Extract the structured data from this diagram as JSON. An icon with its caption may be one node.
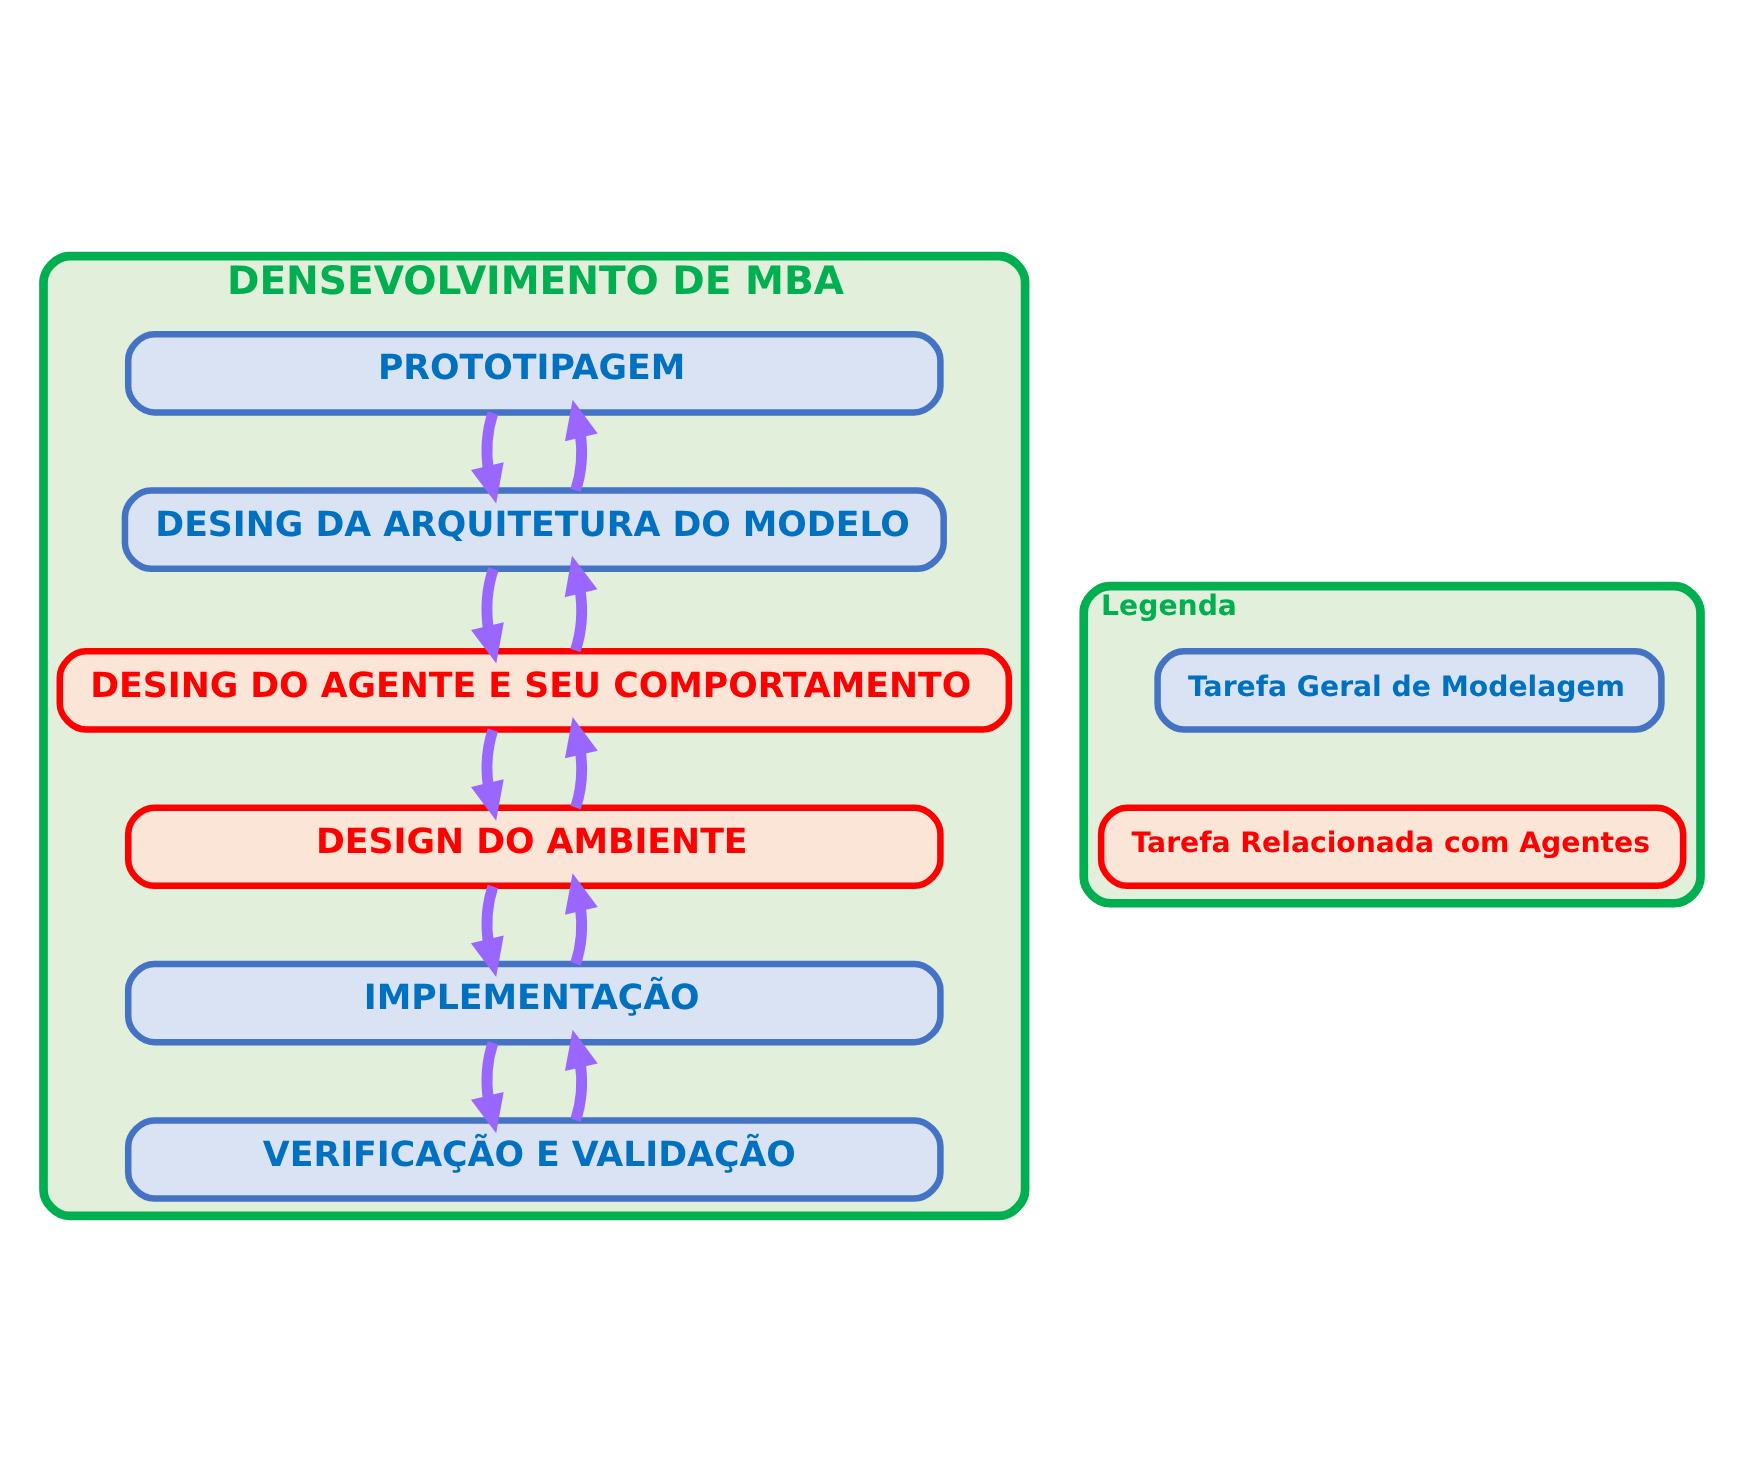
{
  "diagram": {
    "nodes": [
      {
        "text": [
          "DENSEVOLVIMENTO DE MBA"
        ]
      },
      {
        "text": [
          "PROTOTIPAGEM"
        ],
        "in": 0
      },
      {
        "text": [
          "DESING DA ARQUITETURA DO MODELO"
        ],
        "in": 0
      },
      {
        "text": [
          "DESING DO AGENTE E SEU COMPORTAMENTO"
        ],
        "in": 0
      },
      {
        "text": [
          "DESIGN DO AMBIENTE"
        ],
        "in": 0
      },
      {
        "text": [
          "IMPLEMENTAÇÃO"
        ],
        "in": 0
      },
      {
        "text": [
          "VERIFICAÇÃO E VALIDAÇÃO"
        ],
        "in": 0
      },
      {
        "text": [
          "Legenda"
        ]
      },
      {
        "text": [
          "Tarefa Geral de Modelagem"
        ],
        "in": 7
      },
      {
        "text": [
          "Tarefa Relacionada com Agentes"
        ],
        "in": 7
      }
    ],
    "edges": [
      {
        "from": 1,
        "to": 2,
        "arrow": "to"
      },
      {
        "from": 2,
        "to": 1,
        "arrow": "to"
      },
      {
        "from": 2,
        "to": 3,
        "arrow": "to"
      },
      {
        "from": 3,
        "to": 2,
        "arrow": "to"
      },
      {
        "from": 3,
        "to": 4,
        "arrow": "to"
      },
      {
        "from": 4,
        "to": 3,
        "arrow": "to"
      },
      {
        "from": 4,
        "to": 5,
        "arrow": "to"
      },
      {
        "from": 5,
        "to": 4,
        "arrow": "to"
      },
      {
        "from": 5,
        "to": 6,
        "arrow": "to"
      },
      {
        "from": 6,
        "to": 5,
        "arrow": "to"
      }
    ]
  }
}
